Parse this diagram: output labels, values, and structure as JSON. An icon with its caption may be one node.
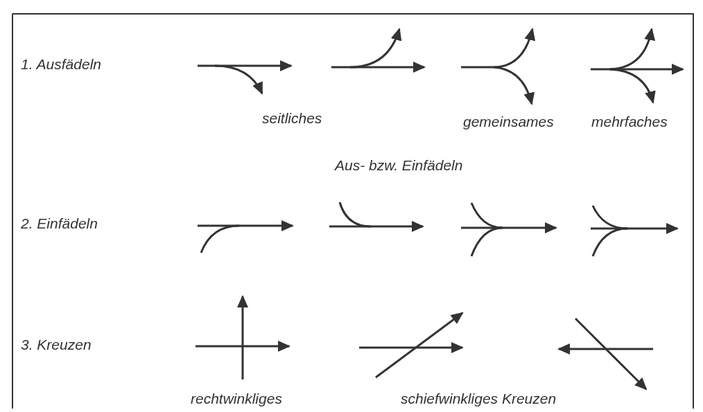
{
  "diagram": {
    "labels": [
      "1. Ausfädeln",
      "seitliches",
      "gemeinsames",
      "mehrfaches",
      "Aus- bzw. Einfädeln",
      "2. Einfädeln",
      "3. Kreuzen",
      "rechtwinkliges",
      "schiefwinkliges Kreuzen"
    ]
  }
}
